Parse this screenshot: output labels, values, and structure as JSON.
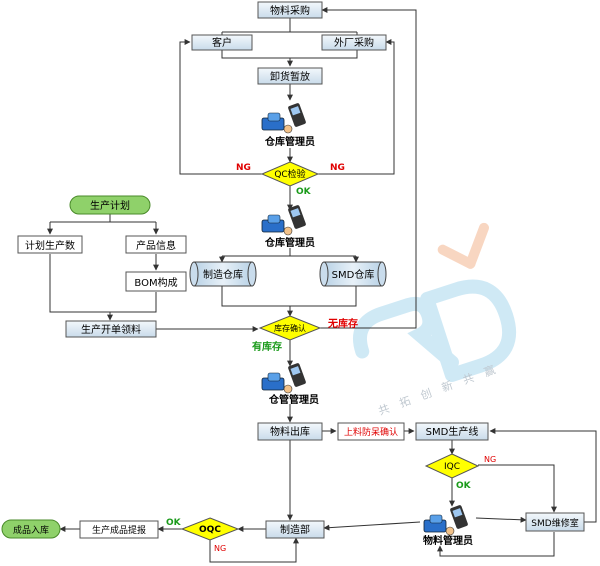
{
  "nodes": {
    "wuliao_caigou": "物料采购",
    "kehu": "客户",
    "waichang_caigou": "外厂采购",
    "xiehuo_zanfang": "卸货暂放",
    "cangku_1": "仓库管理员",
    "qc_jianyan": "QC检验",
    "cangku_2": "仓库管理员",
    "shengchan_jihua": "生产计划",
    "jihua_shengchanshu": "计划生产数",
    "chanpin_xinxi": "产品信息",
    "bom_goucheng": "BOM构成",
    "zhizao_cangku": "制造仓库",
    "smd_cangku": "SMD仓库",
    "shengchan_kaidan": "生产开单领料",
    "kucun_queren": "库存确认",
    "cangguan_yuan": "仓管管理员",
    "wuliao_chuku": "物料出库",
    "shangliao_fangdai": "上料防呆确认",
    "smd_shengchanxian": "SMD生产线",
    "iqc": "IQC",
    "smd_weixiu": "SMD维修室",
    "wuliao_guanli": "物料管理员",
    "zhizaobu": "制造部",
    "oqc": "OQC",
    "shengchan_chengpin": "生产成品提报",
    "chengpin_ruku": "成品入库"
  },
  "edge_labels": {
    "ng_left": "NG",
    "ng_right": "NG",
    "ok_qc": "OK",
    "you_kucun": "有库存",
    "wu_kucun": "无库存",
    "ng_iqc": "NG",
    "ok_iqc": "OK",
    "ok_oqc": "OK",
    "ng_oqc": "NG"
  },
  "watermark": {
    "logo": "RD",
    "text": "共 拓 创 新 共 赢"
  },
  "colors": {
    "box_fill": "#dfeaf4",
    "green_fill": "#8fd16a",
    "diamond_fill": "#ffff00",
    "arrow": "#333333",
    "ng": "#e00000",
    "ok": "#1a9a1a",
    "red_text": "#e00000"
  }
}
